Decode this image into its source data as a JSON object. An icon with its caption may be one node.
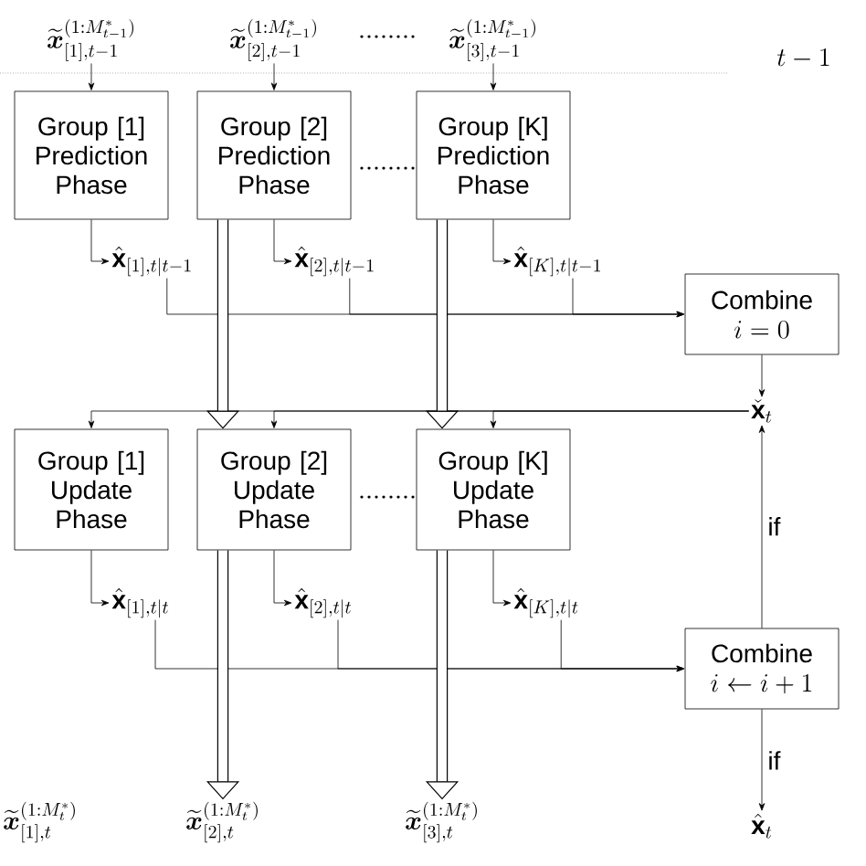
{
  "diagram": {
    "nodes": [
      {
        "text": [
          "\\widetilde{\\boldsymbol{x}}_{[1],t-1}^{(1:M_{t-1}^{*})}"
        ]
      },
      {
        "text": [
          "\\widetilde{\\boldsymbol{x}}_{[2],t-1}^{(1:M_{t-1}^{*})}"
        ]
      },
      {
        "text": [
          "\\widetilde{\\boldsymbol{x}}_{[3],t-1}^{(1:M_{t-1}^{*})}"
        ]
      },
      {
        "text": [
          "Group [1] Prediction Phase"
        ]
      },
      {
        "text": [
          "Group [2] Prediction Phase"
        ]
      },
      {
        "text": [
          "Group [K] Prediction Phase"
        ]
      },
      {
        "text": [
          "\\hat{\\mathbf{x}}_{[1],t|t-1}"
        ]
      },
      {
        "text": [
          "\\hat{\\mathbf{x}}_{[2],t|t-1}"
        ]
      },
      {
        "text": [
          "\\hat{\\mathbf{x}}_{[K],t|t-1}"
        ]
      },
      {
        "text": [
          "Combine",
          "i=0"
        ]
      },
      {
        "text": [
          "\\check{\\mathbf{x}}_{t}"
        ]
      },
      {
        "text": [
          "Group [1] Update Phase"
        ]
      },
      {
        "text": [
          "Group [2] Update Phase"
        ]
      },
      {
        "text": [
          "Group [K] Update Phase"
        ]
      },
      {
        "text": [
          "\\hat{\\mathbf{x}}_{[1],t|t}"
        ]
      },
      {
        "text": [
          "\\hat{\\mathbf{x}}_{[2],t|t}"
        ]
      },
      {
        "text": [
          "\\hat{\\mathbf{x}}_{[K],t|t}"
        ]
      },
      {
        "text": [
          "Combine",
          "i\\leftarrow i+1"
        ]
      },
      {
        "text": [
          "\\hat{\\mathbf{x}}_{t}"
        ]
      },
      {
        "text": [
          "\\widetilde{\\boldsymbol{x}}_{[1],t}^{(1:M_{t}^{*})}"
        ]
      },
      {
        "text": [
          "\\widetilde{\\boldsymbol{x}}_{[2],t}^{(1:M_{t}^{*})}"
        ]
      },
      {
        "text": [
          "\\widetilde{\\boldsymbol{x}}_{[3],t}^{(1:M_{t}^{*})}"
        ]
      }
    ],
    "edges": [
      {
        "from": 0,
        "to": 3,
        "arrow": "to"
      },
      {
        "from": 1,
        "to": 4,
        "arrow": "to"
      },
      {
        "from": 2,
        "to": 5,
        "arrow": "to"
      },
      {
        "from": 3,
        "to": 6,
        "arrow": "to"
      },
      {
        "from": 4,
        "to": 7,
        "arrow": "to"
      },
      {
        "from": 5,
        "to": 8,
        "arrow": "to"
      },
      {
        "from": 6,
        "to": 9,
        "arrow": "to"
      },
      {
        "from": 7,
        "to": 9,
        "arrow": "to"
      },
      {
        "from": 8,
        "to": 9,
        "arrow": "to"
      },
      {
        "from": 9,
        "to": 10,
        "arrow": "to"
      },
      {
        "from": 10,
        "to": 11,
        "arrow": "to"
      },
      {
        "from": 10,
        "to": 12,
        "arrow": "to"
      },
      {
        "from": 10,
        "to": 13,
        "arrow": "to"
      },
      {
        "from": 4,
        "to": 12,
        "arrow": "to",
        "style": "thick"
      },
      {
        "from": 5,
        "to": 13,
        "arrow": "to",
        "style": "thick"
      },
      {
        "from": 11,
        "to": 14,
        "arrow": "to"
      },
      {
        "from": 12,
        "to": 15,
        "arrow": "to"
      },
      {
        "from": 13,
        "to": 16,
        "arrow": "to"
      },
      {
        "from": 14,
        "to": 17,
        "arrow": "to"
      },
      {
        "from": 15,
        "to": 17,
        "arrow": "to"
      },
      {
        "from": 16,
        "to": 17,
        "arrow": "to"
      },
      {
        "from": 17,
        "to": 10,
        "arrow": "to",
        "label": "if"
      },
      {
        "from": 17,
        "to": 18,
        "arrow": "to",
        "label": "if"
      },
      {
        "from": 12,
        "to": 20,
        "arrow": "to",
        "style": "thick"
      },
      {
        "from": 13,
        "to": 21,
        "arrow": "to",
        "style": "thick"
      }
    ],
    "labels": [
      "t-1"
    ]
  }
}
